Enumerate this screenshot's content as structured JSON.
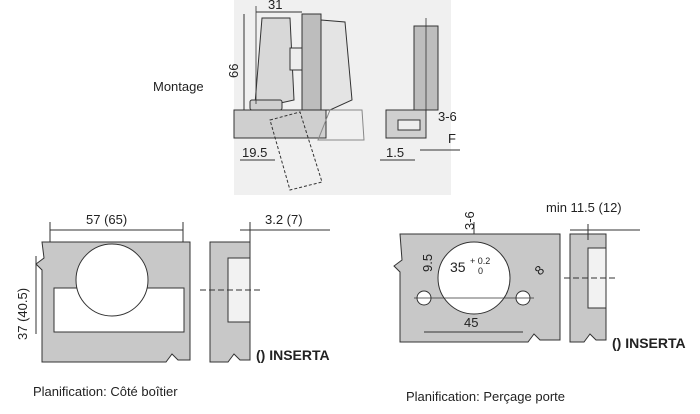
{
  "montage": {
    "title": "Montage",
    "dim_31": "31",
    "dim_66": "66",
    "dim_19_5": "19.5",
    "dim_3_6": "3-6",
    "dim_f": "F",
    "dim_1_5": "1.5"
  },
  "boitier": {
    "dim_width": "57 (65)",
    "dim_height": "37 (40.5)",
    "dim_depth": "3.2 (7)",
    "brand": "() INSERTA",
    "caption": "Planification: Côté boîtier"
  },
  "porte": {
    "dim_edge": "3-6",
    "dim_min": "min 11.5 (12)",
    "dim_9_5": "9.5",
    "dim_35": "35",
    "dim_tol_plus": "+ 0.2",
    "dim_tol_zero": "0",
    "dim_8": "8",
    "dim_45": "45",
    "brand": "() INSERTA",
    "caption": "Planification: Perçage porte"
  },
  "colors": {
    "plate": "#c8c8c8",
    "plate_dark": "#a9a9a9",
    "line": "#333333",
    "bg": "#ffffff"
  }
}
